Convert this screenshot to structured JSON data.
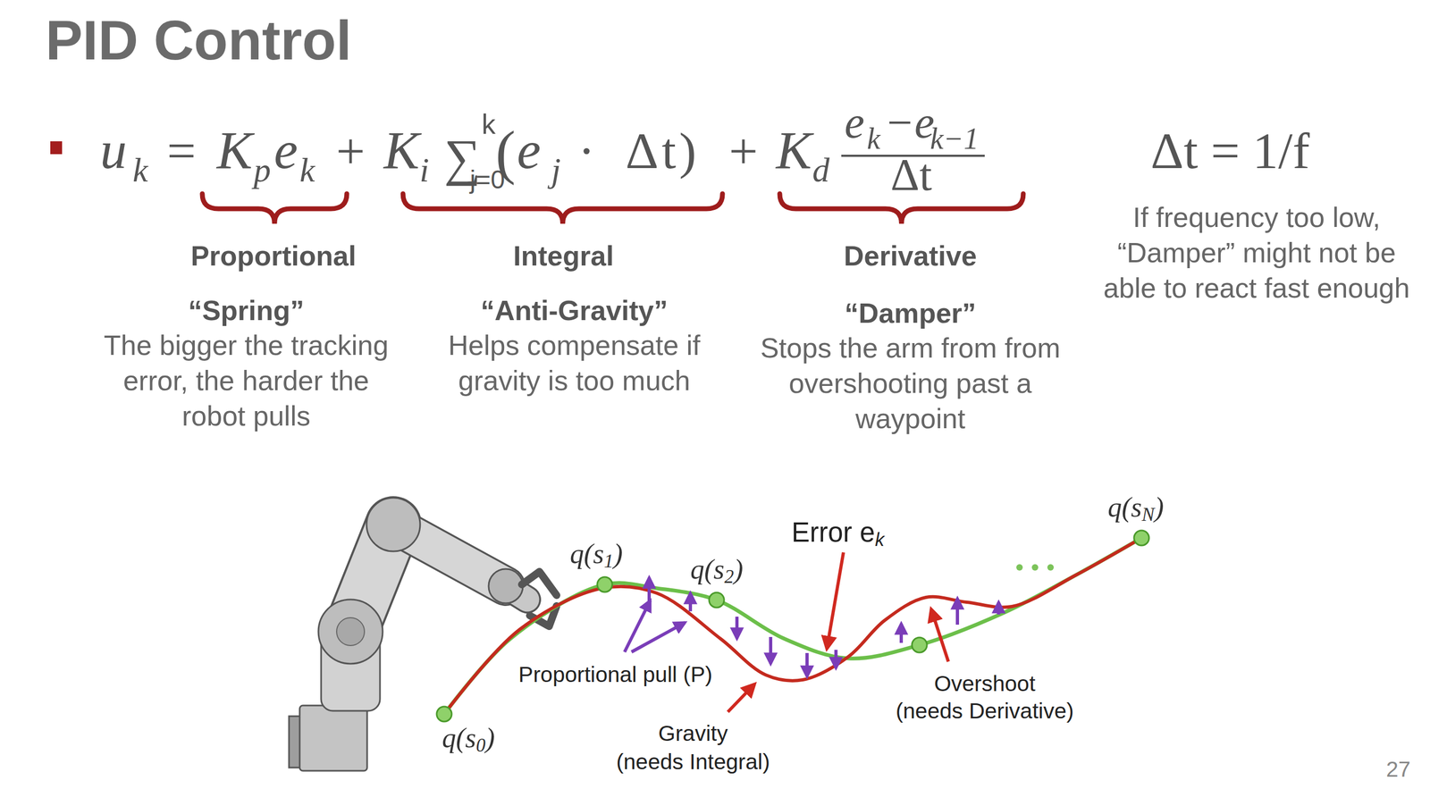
{
  "diagram": {
    "title": "PID Control",
    "labels": [
      "u",
      "k",
      "=",
      "K",
      "p",
      "e",
      "k",
      "+",
      "K",
      "i",
      "∑",
      "k",
      "j=0",
      "(",
      "e",
      "j",
      "· Δt)",
      "+",
      "K",
      "d",
      "e",
      "k",
      "−e",
      "k−1",
      "Δt",
      "Δt = 1/f",
      "Proportional",
      "“Spring”",
      "The bigger the tracking error, the harder the robot pulls",
      "Integral",
      "“Anti-Gravity”",
      "Helps compensate if gravity is too much",
      "Derivative",
      "“Damper”",
      "Stops the arm from from overshooting past a waypoint",
      "If frequency too low, “Damper” might not be able to react fast enough",
      "q(s",
      "0",
      ")",
      "q(s",
      "1",
      ")",
      "q(s",
      "2",
      ")",
      "q(s",
      "N",
      ")",
      "Error e",
      "k",
      "Proportional pull (P)",
      "Gravity",
      "(needs Integral)",
      "Overshoot",
      "(needs Derivative)",
      "27"
    ]
  }
}
